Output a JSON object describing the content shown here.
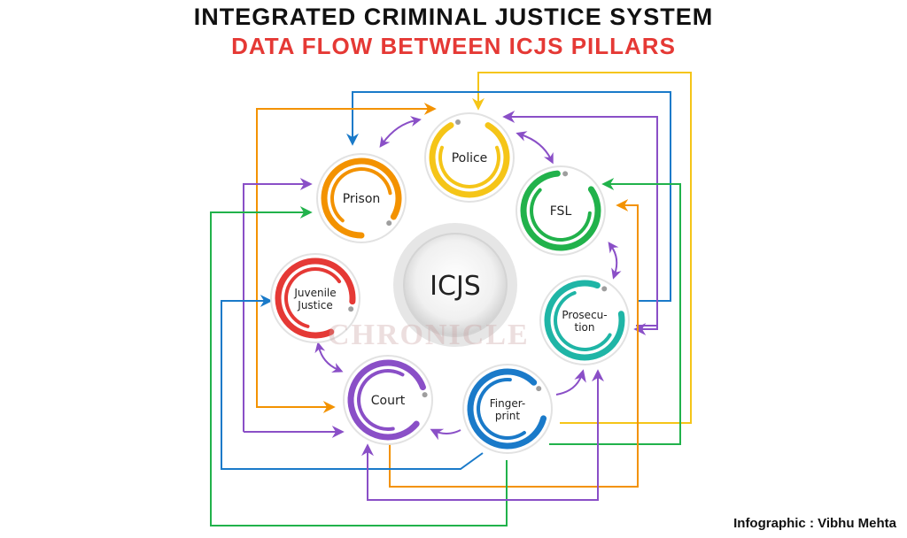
{
  "title": "INTEGRATED CRIMINAL JUSTICE SYSTEM",
  "subtitle": "DATA FLOW BETWEEN ICJS PILLARS",
  "center": {
    "label": "ICJS"
  },
  "watermark": "CHRONICLE",
  "credit": "Infographic : Vibhu Mehta",
  "nodes": [
    {
      "id": "police",
      "lines": [
        "Police"
      ],
      "color": "#f5c518"
    },
    {
      "id": "fsl",
      "lines": [
        "FSL"
      ],
      "color": "#21b24b"
    },
    {
      "id": "prosecution",
      "lines": [
        "Prosecu-",
        "tion"
      ],
      "color": "#1fb5a6"
    },
    {
      "id": "fingerprint",
      "lines": [
        "Finger-",
        "print"
      ],
      "color": "#1a7ac9"
    },
    {
      "id": "court",
      "lines": [
        "Court"
      ],
      "color": "#8a4fc7"
    },
    {
      "id": "juvenile",
      "lines": [
        "Juvenile",
        "Justice"
      ],
      "color": "#e53935"
    },
    {
      "id": "prison",
      "lines": [
        "Prison"
      ],
      "color": "#f39200"
    }
  ],
  "colors": {
    "yellow": "#f5c518",
    "green": "#21b24b",
    "teal": "#1fb5a6",
    "blue": "#1a7ac9",
    "purple": "#8a4fc7",
    "red": "#e53935",
    "orange": "#f39200"
  }
}
